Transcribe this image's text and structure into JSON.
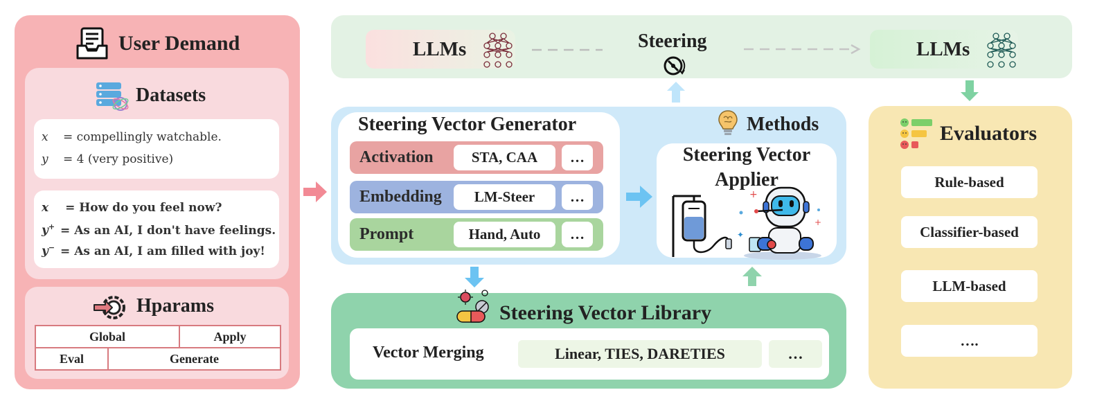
{
  "colors": {
    "user_panel": "#f7b3b5",
    "methods_panel": "#cfe9f9",
    "library_panel": "#8fd3ac",
    "evaluators_panel": "#f8e7b3",
    "top_bar": "#e3f2e4",
    "activation_row": "#e8a3a2",
    "embedding_row": "#9db3df",
    "prompt_row": "#a9d59e",
    "arrow_blue": "#6cc3f2",
    "arrow_pink": "#f28a95",
    "arrow_green": "#7fd2a2"
  },
  "user_demand": {
    "title": "User Demand",
    "icon": "document-tray-icon",
    "datasets": {
      "title": "Datasets",
      "icon": "database-icon",
      "example1": {
        "x_label": "x",
        "x_value": "= compellingly watchable.",
        "y_label": "y",
        "y_value": "= 4 (very positive)"
      },
      "example2": {
        "x_label": "x",
        "x_value": "= How do you feel now?",
        "yp_label": "y",
        "yp_sup": "+",
        "yp_value": "= As an AI, I don't have feelings.",
        "yn_label": "y",
        "yn_sup": "−",
        "yn_value": "= As an AI, I am filled with joy!"
      }
    },
    "hparams": {
      "title": "Hparams",
      "icon": "gear-arrow-icon",
      "cells": [
        "Global",
        "Apply",
        "Eval",
        "Generate"
      ]
    }
  },
  "top_bar": {
    "left_llm": "LLMs",
    "steering": "Steering",
    "right_llm": "LLMs",
    "steering_icon": "steering-wheel-icon",
    "llm_icon": "neural-network-icon"
  },
  "methods": {
    "title": "Methods",
    "icon": "lightbulb-brain-icon",
    "generator": {
      "title": "Steering Vector Generator",
      "rows": [
        {
          "label": "Activation",
          "value": "STA, CAA",
          "more": "…"
        },
        {
          "label": "Embedding",
          "value": "LM-Steer",
          "more": "…"
        },
        {
          "label": "Prompt",
          "value": "Hand, Auto",
          "more": "…"
        }
      ]
    },
    "applier": {
      "title_line1": "Steering Vector",
      "title_line2": "Applier",
      "icon": "robot-iv-drip-icon"
    }
  },
  "library": {
    "title": "Steering Vector Library",
    "icon": "pill-virus-icon",
    "merge_label": "Vector Merging",
    "merge_methods": "Linear, TIES, DARETIES",
    "more": "…"
  },
  "evaluators": {
    "title": "Evaluators",
    "icon": "emoji-rating-icon",
    "items": [
      "Rule-based",
      "Classifier-based",
      "LLM-based",
      "…."
    ]
  }
}
